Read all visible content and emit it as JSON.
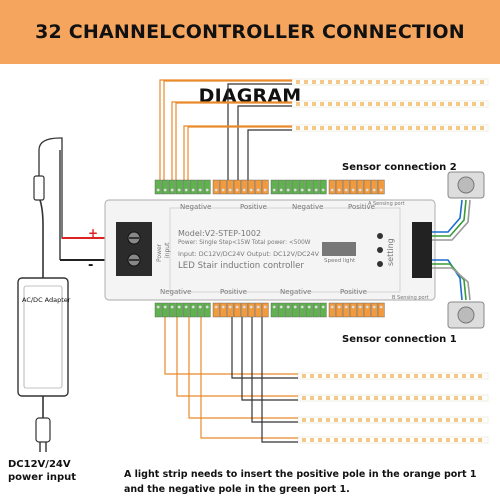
{
  "title": "32 CHANNELCONTROLLER CONNECTION DIAGRAM",
  "controller": {
    "model": "Model:V2-STEP-1002",
    "power": "Power: Single Step<15W Total power: <500W",
    "io": "Input: DC12V/DC24V Output: DC12V/DC24V",
    "name": "LED Stair induction controller",
    "speed_label": "Speed light",
    "setting_label": "setting",
    "a_sensing_port": "A Sensing port",
    "b_sensing_port": "B Sensing port",
    "input_label": "input",
    "power_label": "Power",
    "negative": "Negative",
    "positive": "Positive"
  },
  "adapter_label": "AC/DC Adapter",
  "plus_sign": "+",
  "minus_sign": "-",
  "sensor_2_label": "Sensor connection 2",
  "sensor_1_label": "Sensor connection 1",
  "psu_label_line1": "DC12V/24V",
  "psu_label_line2": "power input",
  "note_line1": "A light strip needs to insert the positive pole in the orange port 1",
  "note_line2": "and the negative pole in the green port 1.",
  "colors": {
    "banner": "#f6a55e",
    "orange_terminal": "#f19a3e",
    "green_terminal": "#5fb24e",
    "wire_orange": "#e98a2b",
    "wire_dark": "#333333",
    "strip_led": "#f3c98a"
  }
}
